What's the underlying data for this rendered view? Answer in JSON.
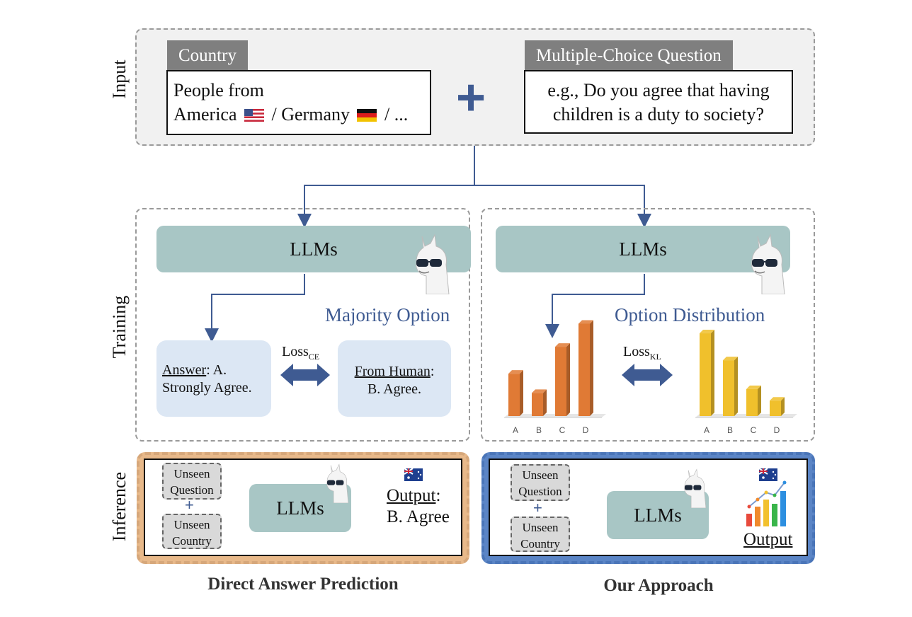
{
  "input": {
    "label": "Input",
    "country": {
      "tag": "Country",
      "line1": "People from",
      "line2a": "America",
      "sep1": "/ Germany",
      "sep2": "/ ..."
    },
    "question": {
      "tag": "Multiple-Choice Question",
      "line1": "e.g., Do you agree that having",
      "line2": "children is a duty to society?"
    },
    "plus": "+"
  },
  "training": {
    "label": "Training",
    "left": {
      "llm": "LLMs",
      "caption": "Majority Option",
      "loss": "Loss",
      "loss_sub": "CE",
      "answer_key": "Answer",
      "answer_rest": ": A.",
      "answer_line2": "Strongly Agree.",
      "human_key": "From Human",
      "human_rest": ":",
      "human_line2": "B. Agree."
    },
    "right": {
      "llm": "LLMs",
      "caption": "Option Distribution",
      "loss": "Loss",
      "loss_sub": "KL"
    }
  },
  "chart_data": [
    {
      "type": "bar",
      "categories": [
        "A",
        "B",
        "C",
        "D"
      ],
      "values": [
        0.44,
        0.24,
        0.72,
        0.96
      ],
      "color": "#e07a35"
    },
    {
      "type": "bar",
      "categories": [
        "A",
        "B",
        "C",
        "D"
      ],
      "values": [
        0.86,
        0.58,
        0.28,
        0.16
      ],
      "color": "#f0c02c"
    }
  ],
  "inference": {
    "label": "Inference",
    "left": {
      "q1": "Unseen",
      "q2": "Question",
      "plus": "+",
      "c1": "Unseen",
      "c2": "Country",
      "llm": "LLMs",
      "out_key": "Output",
      "out_colon": ":",
      "out_val": "B. Agree",
      "caption": "Direct Answer Prediction",
      "border": "#e8b98a"
    },
    "right": {
      "q1": "Unseen",
      "q2": "Question",
      "plus": "+",
      "c1": "Unseen",
      "c2": "Country",
      "llm": "LLMs",
      "out_key": "Output",
      "caption": "Our Approach",
      "border": "#5b85c6"
    }
  }
}
